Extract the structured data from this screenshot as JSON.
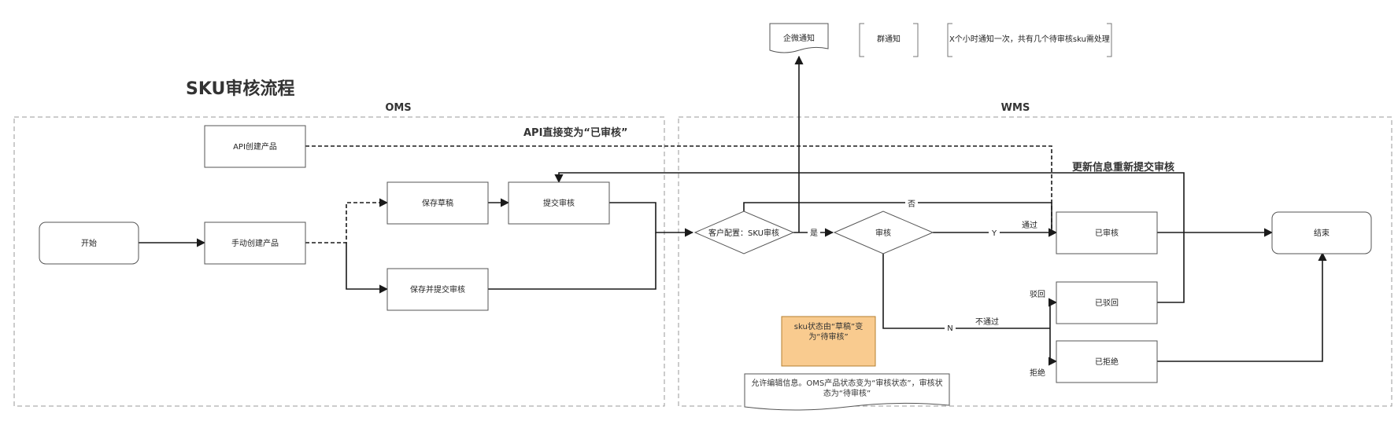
{
  "title": "SKU审核流程",
  "lanes": {
    "oms": "OMS",
    "wms": "WMS"
  },
  "notes": {
    "api_direct": "API直接变为“已审核”",
    "resubmit": "更新信息重新提交审核"
  },
  "nodes": {
    "start": "开始",
    "api_create": "API创建产品",
    "manual_create": "手动创建产品",
    "save_draft": "保存草稿",
    "submit_review": "提交审核",
    "save_and_submit": "保存并提交审核",
    "customer_config": "客户配置：SKU审核",
    "review": "审核",
    "approved": "已审核",
    "rejected_back": "已驳回",
    "refused": "已拒绝",
    "end": "结束",
    "wechat_notify": "企微通知",
    "group_notify": "群通知",
    "interval_notify": "X个小时通知一次，共有几个待审核sku需处理",
    "status_change": "sku状态由“草稿”变为“待审核”",
    "edit_allowed": "允许编辑信息。OMS产品状态变为“审核状态”，审核状态为“待审核”"
  },
  "edge_labels": {
    "yes": "是",
    "no": "否",
    "y": "Y",
    "pass": "通过",
    "n": "N",
    "not_pass": "不通过",
    "reject_back": "驳回",
    "refuse": "拒绝"
  },
  "colors": {
    "line": "#1a1a1a",
    "border": "#555555",
    "lane_border": "#9a9a9a",
    "highlight_fill": "#f9cb8f",
    "highlight_border": "#b47f2f"
  }
}
